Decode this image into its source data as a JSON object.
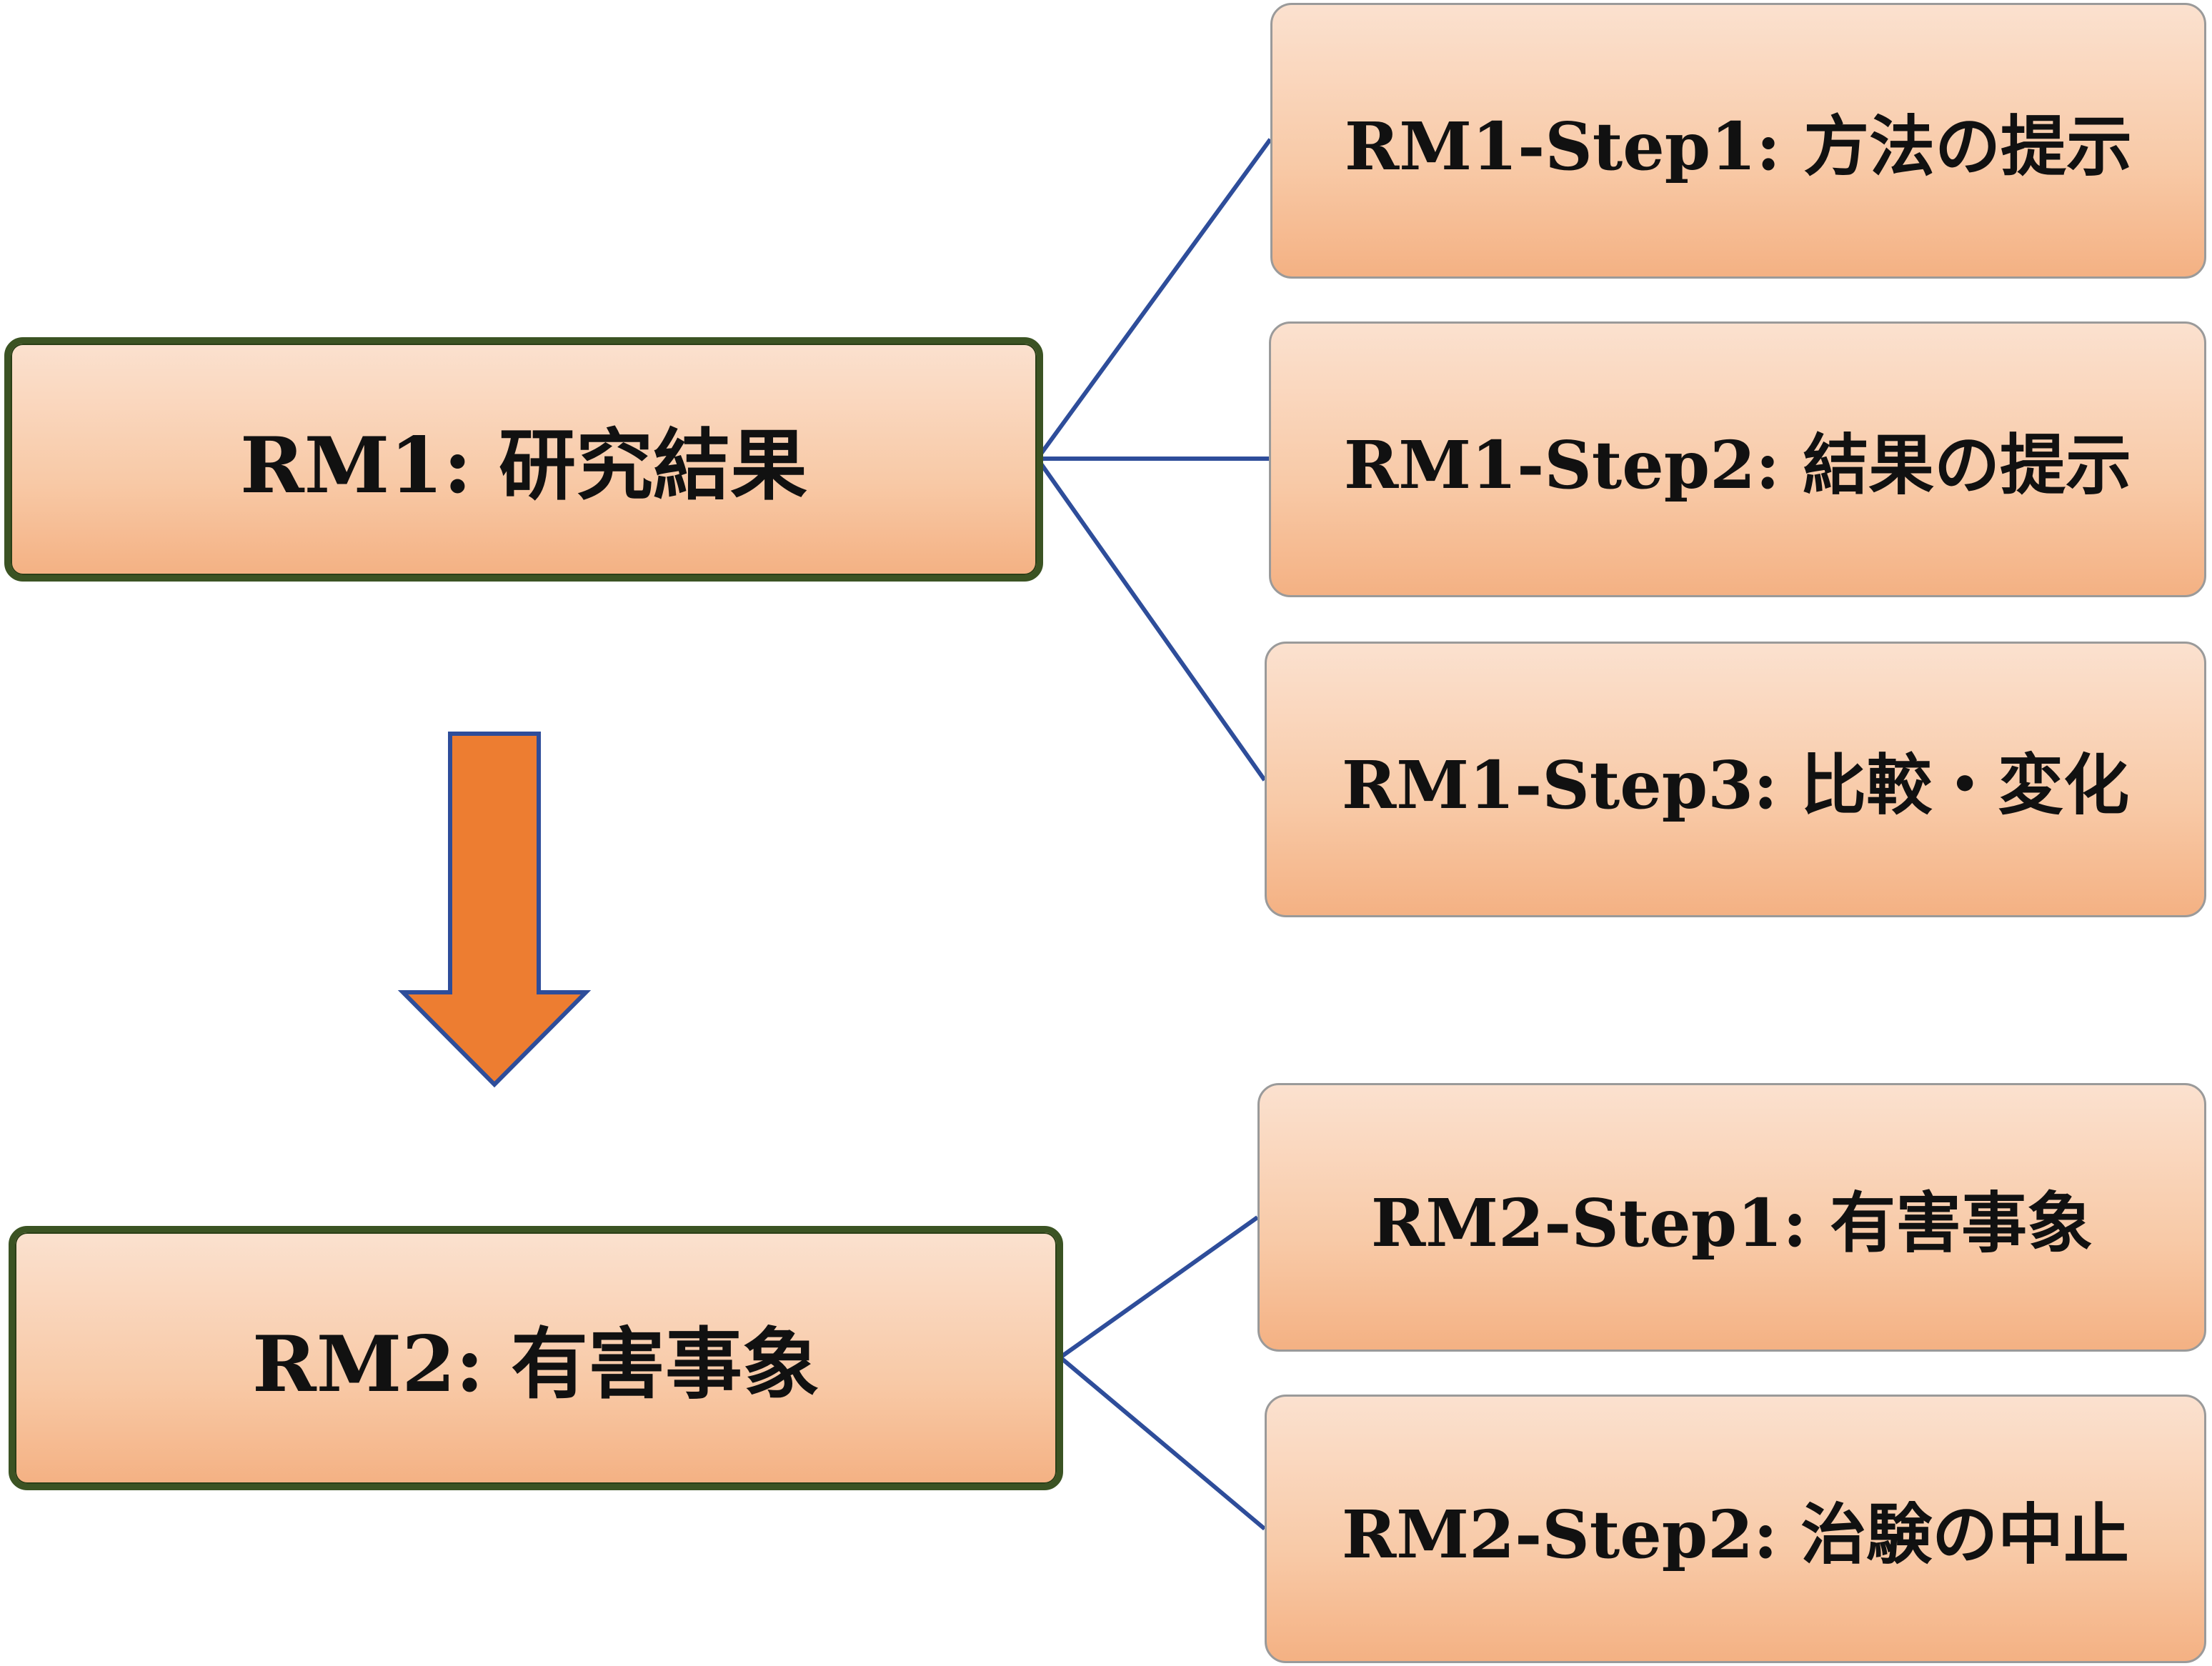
{
  "colors": {
    "connector": "#2e4d9a",
    "arrow_fill": "#ed7d31",
    "arrow_stroke": "#2e4d9a",
    "main_border": "#3b5323",
    "box_gradient_top": "#fbe1cf",
    "box_gradient_bottom": "#f4b183"
  },
  "rm1": {
    "label": "RM1: 研究結果",
    "steps": [
      {
        "label": "RM1-Step1: 方法の提示"
      },
      {
        "label": "RM1-Step2: 結果の提示"
      },
      {
        "label": "RM1-Step3: 比較・変化"
      }
    ]
  },
  "rm2": {
    "label": "RM2: 有害事象",
    "steps": [
      {
        "label": "RM2-Step1: 有害事象"
      },
      {
        "label": "RM2-Step2: 治験の中止"
      }
    ]
  }
}
